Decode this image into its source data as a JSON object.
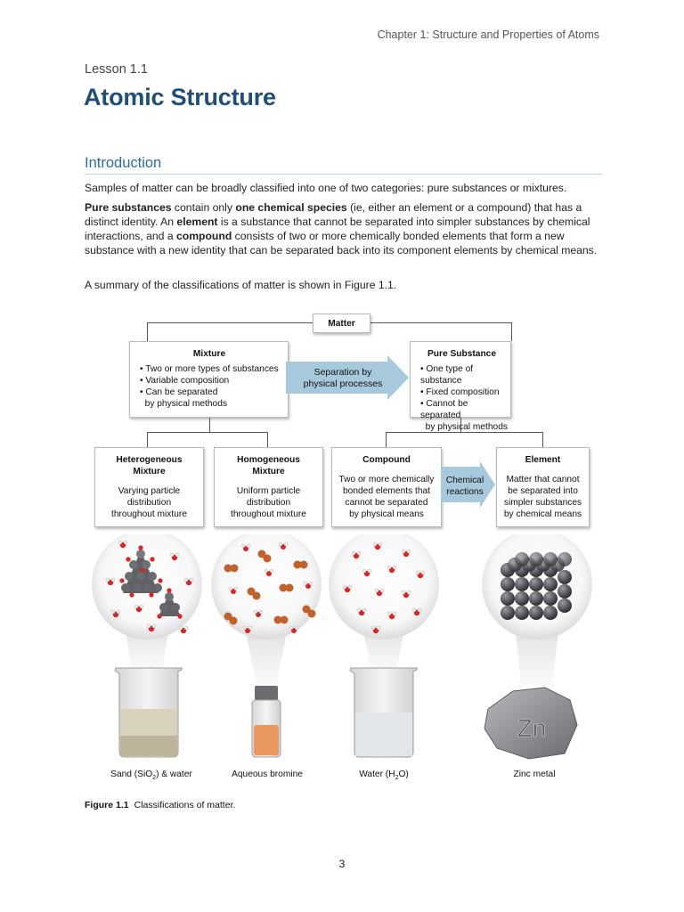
{
  "header": {
    "chapter": "Chapter 1: Structure and Properties of Atoms"
  },
  "lesson": {
    "label": "Lesson 1.1",
    "title": "Atomic Structure"
  },
  "section": {
    "heading": "Introduction"
  },
  "paragraphs": {
    "p1": "Samples of matter can be broadly classified into one of two categories: pure substances or mixtures.",
    "p2": {
      "t1": "Pure substances",
      "t2": " contain only ",
      "t3": "one chemical species",
      "t4": " (ie, either an element or a compound) that has a distinct identity.  An ",
      "t5": "element",
      "t6": " is a substance that cannot be separated into simpler substances by chemical interactions, and a ",
      "t7": "compound",
      "t8": " consists of two or more chemically bonded elements that form a new substance with a new identity that can be separated back into its component elements by chemical means."
    },
    "p3": "A summary of the classifications of matter is shown in Figure 1.1."
  },
  "figure": {
    "root": "Matter",
    "mixture": {
      "title": "Mixture",
      "items": [
        "• Two or more types of substances",
        "• Variable composition",
        "• Can be separated",
        "  by physical methods"
      ]
    },
    "separation": {
      "line1": "Separation by",
      "line2": "physical processes"
    },
    "pure": {
      "title": "Pure Substance",
      "items": [
        "• One type of substance",
        "• Fixed composition",
        "• Cannot be separated",
        "  by physical methods"
      ]
    },
    "heterogeneous": {
      "title1": "Heterogeneous",
      "title2": "Mixture",
      "desc1": "Varying particle",
      "desc2": "distribution",
      "desc3": "throughout mixture"
    },
    "homogeneous": {
      "title1": "Homogeneous",
      "title2": "Mixture",
      "desc1": "Uniform particle",
      "desc2": "distribution",
      "desc3": "throughout mixture"
    },
    "compound": {
      "title": "Compound",
      "desc1": "Two or more chemically",
      "desc2": "bonded elements that",
      "desc3": "cannot be separated",
      "desc4": "by physical means"
    },
    "reactions": {
      "line1": "Chemical",
      "line2": "reactions"
    },
    "element": {
      "title": "Element",
      "desc1": "Matter that cannot",
      "desc2": "be separated into",
      "desc3": "simpler substances",
      "desc4": "by chemical means"
    },
    "labels": {
      "sand_pre": "Sand (SiO",
      "sand_sub": "2",
      "sand_post": ") & water",
      "bromine": "Aqueous bromine",
      "water_pre": "Water (H",
      "water_sub": "2",
      "water_post": "O)",
      "zinc": "Zinc metal",
      "zn_symbol": "Zn"
    },
    "caption": {
      "label": "Figure 1.1",
      "text": "Classifications of matter."
    }
  },
  "page": {
    "number": "3"
  },
  "colors": {
    "title": "#1f4e79",
    "heading": "#2e6da4",
    "arrow": "#a8c8dc"
  }
}
